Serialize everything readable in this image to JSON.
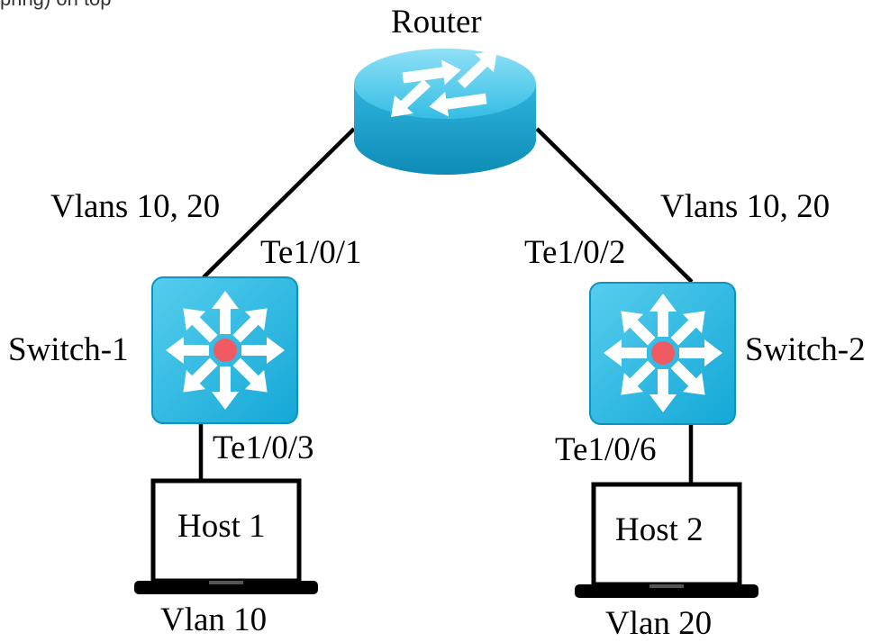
{
  "top_crop_text": "pring) on top",
  "router": {
    "label": "Router"
  },
  "links": {
    "left_vlans": "Vlans 10, 20",
    "right_vlans": "Vlans 10, 20"
  },
  "switch1": {
    "label": "Switch-1",
    "uplink_port": "Te1/0/1",
    "host_port": "Te1/0/3"
  },
  "switch2": {
    "label": "Switch-2",
    "uplink_port": "Te1/0/2",
    "host_port": "Te1/0/6"
  },
  "host1": {
    "label": "Host 1",
    "vlan": "Vlan 10"
  },
  "host2": {
    "label": "Host 2",
    "vlan": "Vlan 20"
  },
  "colors": {
    "device_fill": "#1fb8e0",
    "device_light": "#8ee0f5",
    "device_dark": "#0c8fb8",
    "switch_center": "#f05a63",
    "line": "#000000"
  }
}
